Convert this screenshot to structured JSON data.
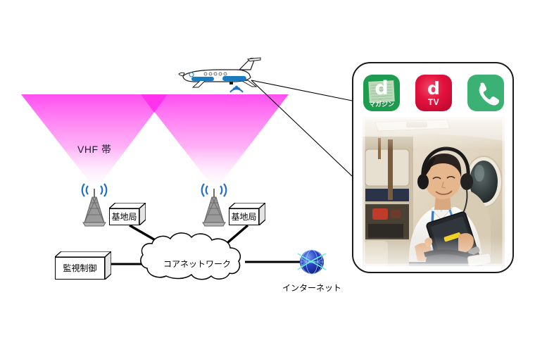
{
  "diagram": {
    "title": "VHF air-to-ground network diagram",
    "vhf_band_label": "VHF 帯",
    "base_station_label_left": "基地局",
    "base_station_label_right": "基地局",
    "monitoring_control_label": "監視制御",
    "core_network_label": "コアネットワーク",
    "internet_label": "インターネット"
  },
  "callout": {
    "app_icons": [
      {
        "name": "d-magazine",
        "letter": "d",
        "sub": "マガジン",
        "color": "#1d9c4f"
      },
      {
        "name": "d-tv",
        "letter": "d",
        "sub": "TV",
        "color": "#e3123e"
      },
      {
        "name": "phone",
        "letter": "",
        "sub": "",
        "color": "#3bb273"
      }
    ]
  },
  "colors": {
    "cone_top": "#ff4ff0",
    "cone_bottom": "#ffffff",
    "cone_overlap": "#ff2bec",
    "signal_blue": "#1f6fc4",
    "tower_gray": "#8a8a8a",
    "line_black": "#000000",
    "globe_blue": "#2233bb",
    "panel_border": "#1a1a1a"
  }
}
